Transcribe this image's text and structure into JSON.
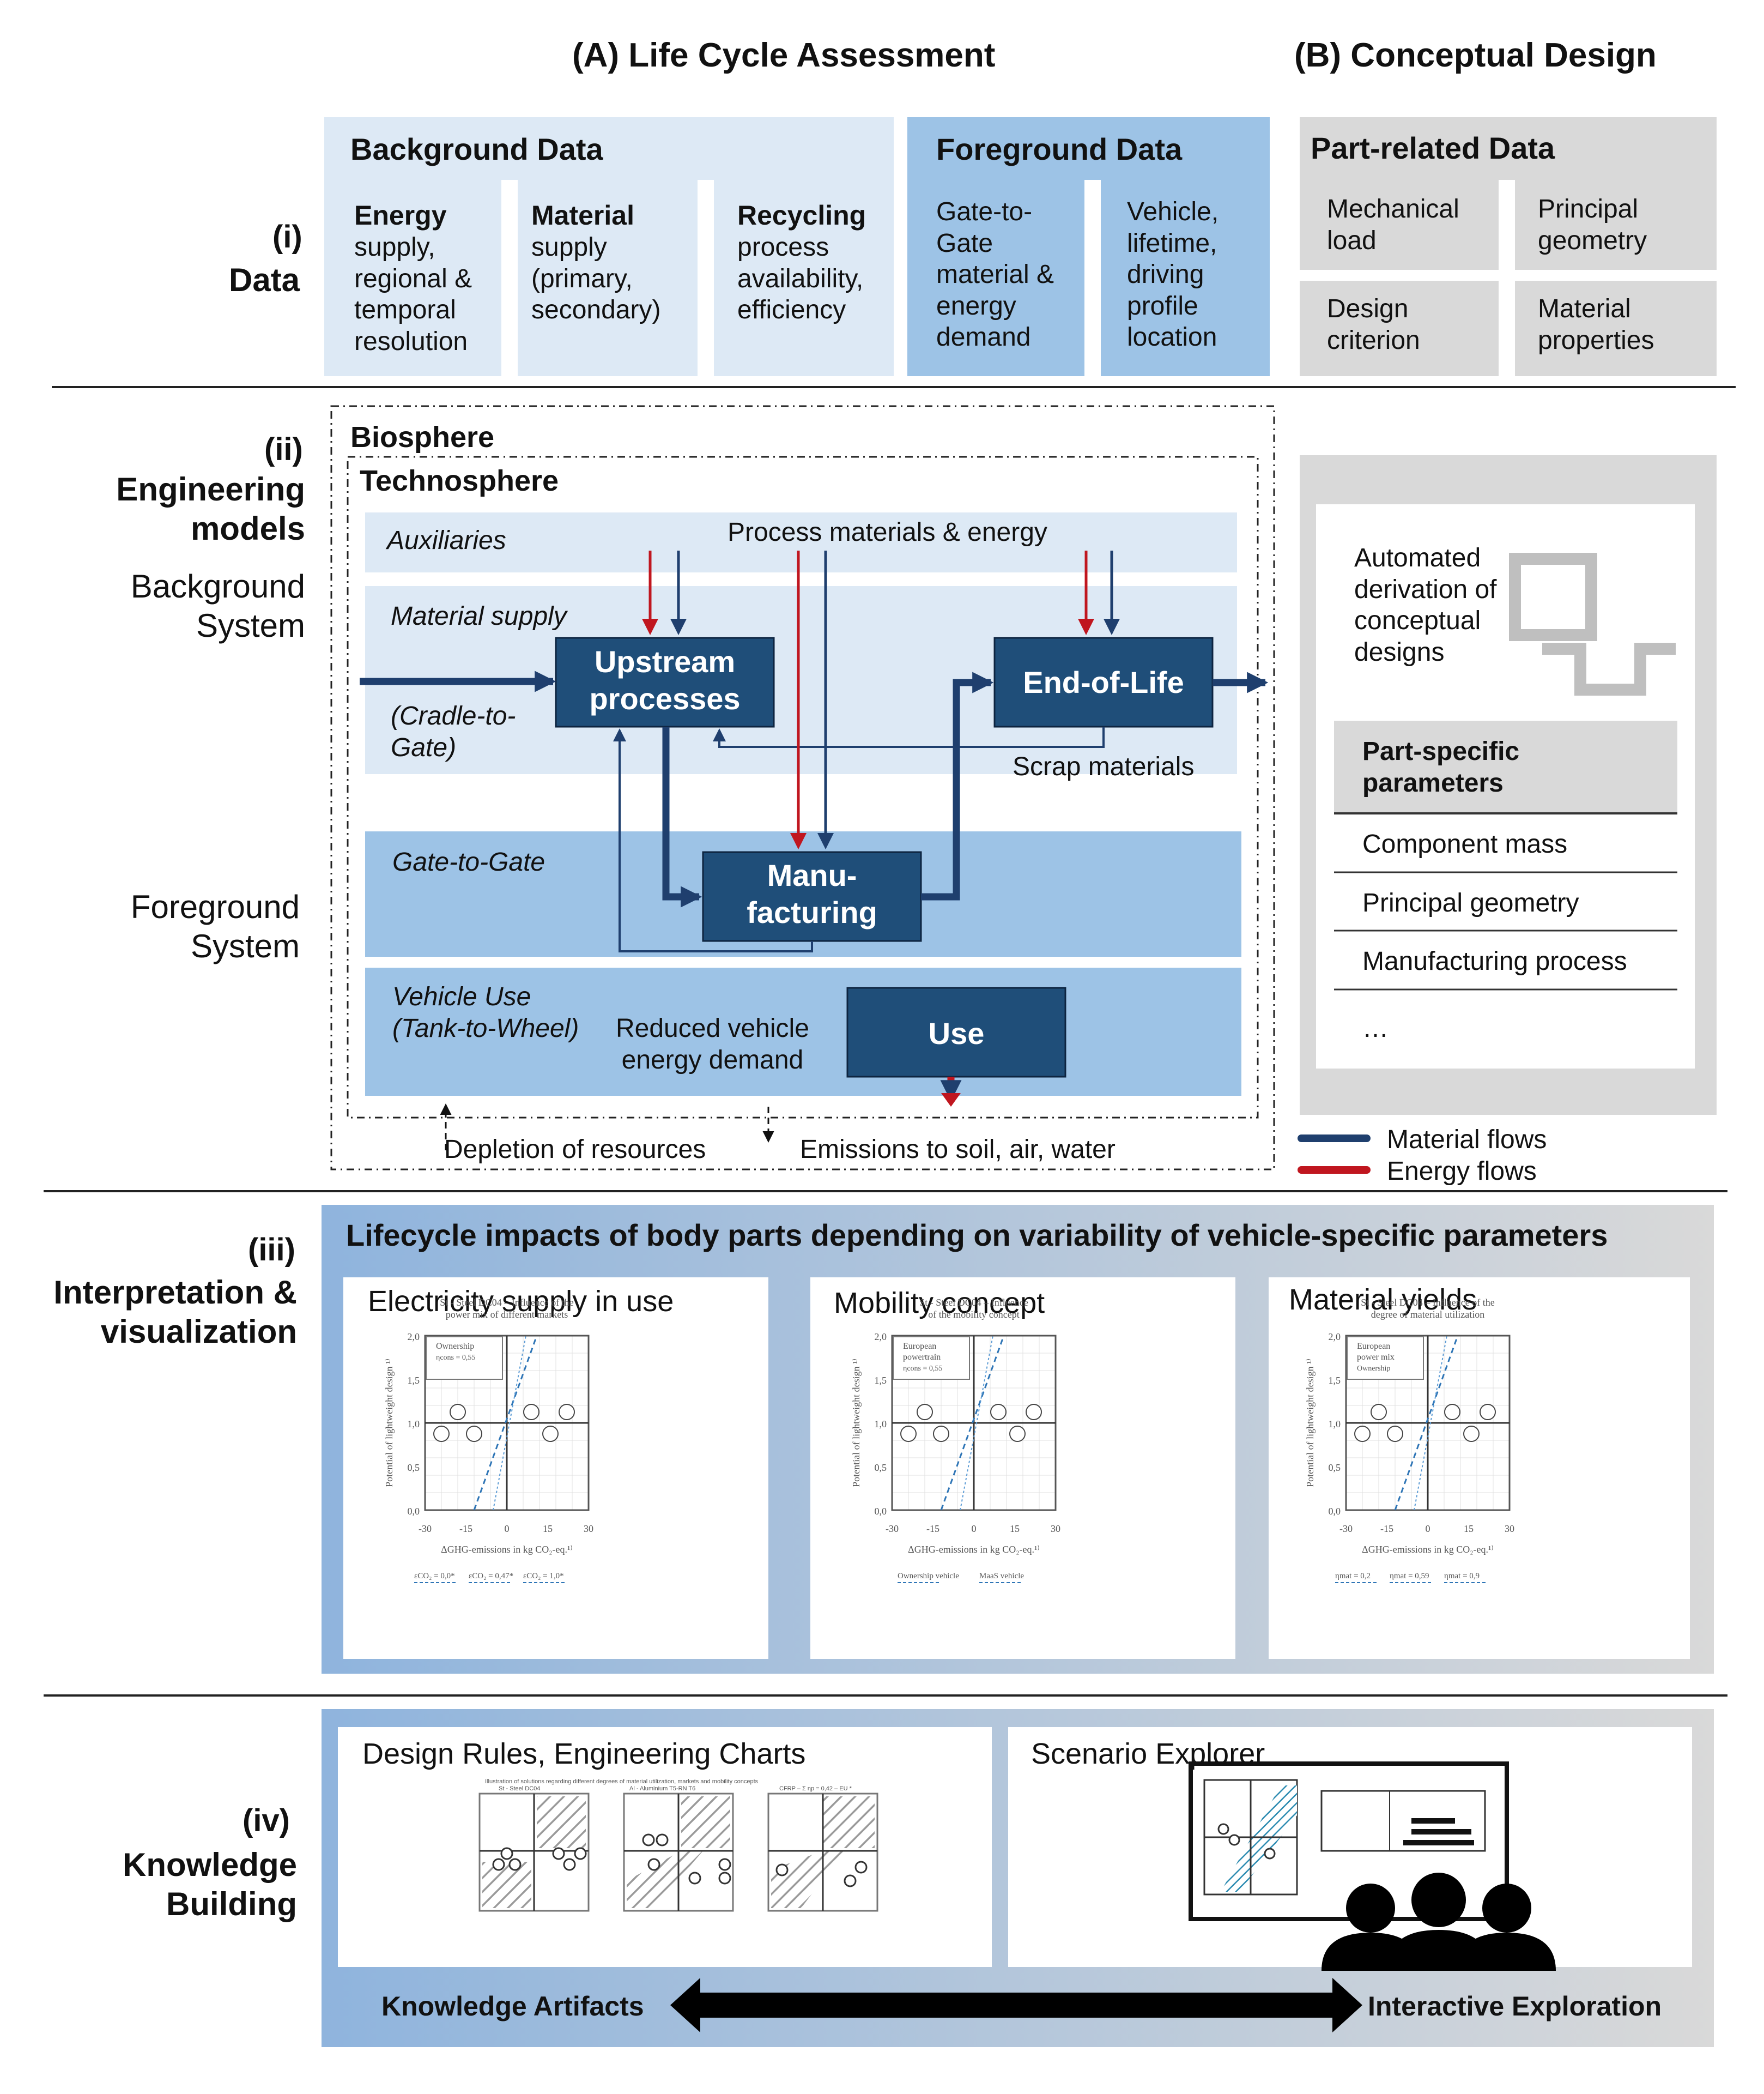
{
  "headers": {
    "lca": "(A) Life Cycle Assessment",
    "conceptual": "(B) Conceptual Design"
  },
  "rows": {
    "data": {
      "num": "(i)",
      "label": "Data"
    },
    "engineering": {
      "num": "(ii)",
      "label": "Engineering\nmodels",
      "background": "Background\nSystem",
      "foreground": "Foreground\nSystem"
    },
    "interpretation": {
      "num": "(iii)",
      "label": "Interpretation &\nvisualization"
    },
    "knowledge": {
      "num": "(iv)",
      "label": "Knowledge\nBuilding"
    }
  },
  "data_section": {
    "background": {
      "title": "Background Data",
      "energy_title": "Energy",
      "energy_text": "supply,\nregional &\ntemporal\nresolution",
      "material_title": "Material",
      "material_text": "supply\n(primary,\nsecondary)",
      "recycling_title": "Recycling",
      "recycling_text": "process\navailability,\nefficiency"
    },
    "foreground": {
      "title": "Foreground Data",
      "gate_text": "Gate-to-\nGate\nmaterial &\nenergy\ndemand",
      "vehicle_text": "Vehicle,\nlifetime,\ndriving\nprofile\nlocation"
    },
    "part": {
      "title": "Part-related Data",
      "mechanical": "Mechanical\nload",
      "principal": "Principal\ngeometry",
      "design": "Design\ncriterion",
      "material": "Material\nproperties"
    }
  },
  "model": {
    "biosphere": "Biosphere",
    "technosphere": "Technosphere",
    "auxiliaries": "Auxiliaries",
    "process_materials": "Process materials & energy",
    "material_supply": "Material supply",
    "cradle": "(Cradle-to-\nGate)",
    "upstream": "Upstream\nprocesses",
    "eol": "End-of-Life",
    "scrap": "Scrap materials",
    "gate_to_gate": "Gate-to-Gate",
    "manufacturing": "Manu-\nfacturing",
    "vehicle_use": "Vehicle Use\n(Tank-to-Wheel)",
    "reduced": "Reduced vehicle\nenergy demand",
    "use": "Use",
    "depletion": "Depletion of resources",
    "emissions": "Emissions to soil, air, water"
  },
  "conceptual": {
    "automated": "Automated\nderivation of\nconceptual\ndesigns",
    "params_title": "Part-specific\nparameters",
    "param1": "Component mass",
    "param2": "Principal geometry",
    "param3": "Manufacturing process",
    "param4": "…"
  },
  "legend": {
    "material": "Material flows",
    "energy": "Energy flows",
    "material_color": "#1f3f6e",
    "energy_color": "#c0161f"
  },
  "interpretation": {
    "title": "Lifecycle impacts of body parts depending on variability of vehicle-specific parameters",
    "panel1": {
      "title": "Electricity supply in use",
      "chart_title": "St - Steel DC04 – Influence of the\npower mix of different markets",
      "legend1": "Ownership",
      "legend2": "ηcons = 0,55",
      "bottom1": "εCO₂ = 0,0*",
      "bottom2": "εCO₂ = 0,47*",
      "bottom3": "εCO₂ = 1,0*"
    },
    "panel2": {
      "title": "Mobility concept",
      "chart_title": "St - Steel DC04 – Influence\nof the mobility concept",
      "legend1": "European\npowertrain",
      "legend2": "ηcons = 0,55",
      "bottom1": "Ownership vehicle",
      "bottom2": "MaaS vehicle"
    },
    "panel3": {
      "title": "Material yields",
      "chart_title": "St - Steel DC04 – Influence of the\ndegree of material utilization",
      "legend1": "European\npower mix",
      "legend2": "Ownership",
      "bottom1": "ηmat = 0,2",
      "bottom2": "ηmat = 0,59",
      "bottom3": "ηmat = 0,9"
    },
    "axis": {
      "ylabel": "Potential of lightweight design ¹⁾",
      "xlabel": "ΔGHG-emissions in kg CO₂-eq.¹⁾",
      "y_ticks": [
        "2,0",
        "1,5",
        "1,0",
        "0,5",
        "0,0"
      ],
      "x_ticks": [
        "-30",
        "-15",
        "0",
        "15",
        "30"
      ]
    }
  },
  "knowledge": {
    "design_rules": "Design Rules, Engineering Charts",
    "scenario": "Scenario Explorer",
    "mini_caption": "Illustration of solutions regarding different degrees of material utilization, markets and mobility concepts",
    "mini1": "St - Steel DC04",
    "mini2": "Al - Aluminium T5-RN T6",
    "mini3": "CFRP – Σ ηp = 0,42 – EU *",
    "artifacts": "Knowledge Artifacts",
    "exploration": "Interactive Exploration"
  }
}
